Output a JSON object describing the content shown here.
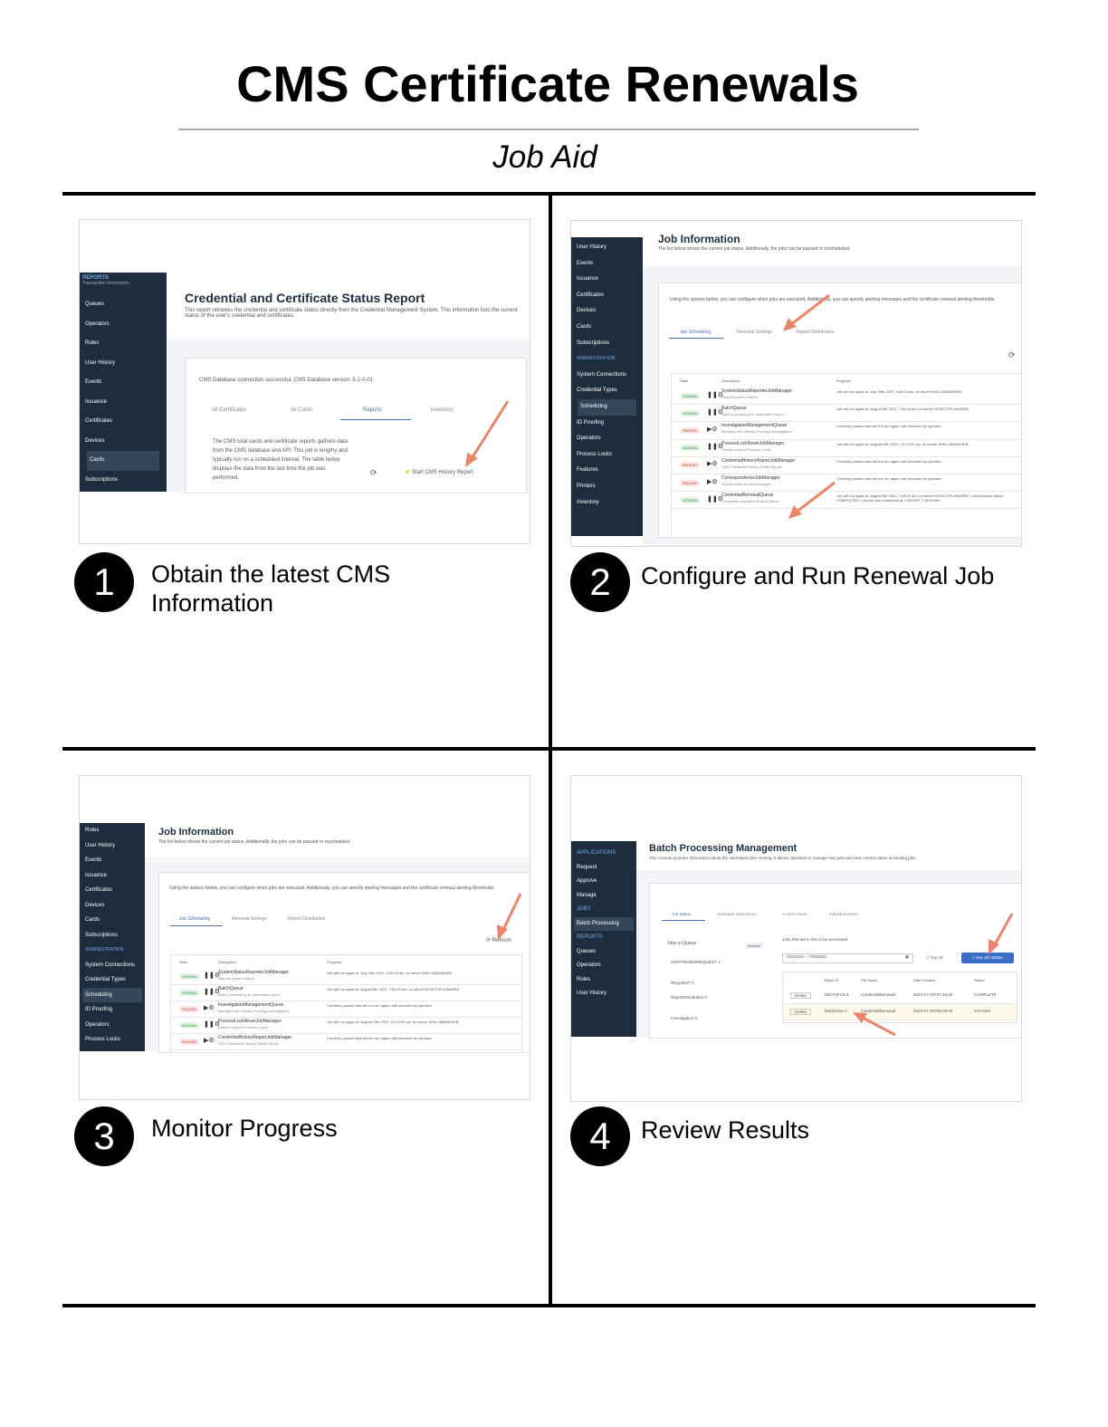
{
  "header": {
    "title": "CMS Certificate Renewals",
    "subtitle": "Job Aid"
  },
  "steps": [
    {
      "number": "1",
      "text": "Obtain the latest CMS Information"
    },
    {
      "number": "2",
      "text": "Configure and Run Renewal Job"
    },
    {
      "number": "3",
      "text": "Monitor Progress"
    },
    {
      "number": "4",
      "text": "Review Results"
    }
  ],
  "shot1": {
    "sidebar_head": "REPORTS",
    "sidebar_sub": "Transaction information",
    "sidebar": [
      "Queues",
      "Operators",
      "Roles",
      "User History",
      "Events",
      "Issuance",
      "Certificates",
      "Devices",
      "Cards",
      "Subscriptions"
    ],
    "heading": "Credential and Certificate Status Report",
    "desc": "This report retrieves the credential and certificate status directly from the Credential Management System. This information lists the current status of the user's credential and certificates.",
    "db": "CMS Database connection successful. CMS Database version: 5-2-0-01",
    "tabs": [
      "All Certificates",
      "All Cards",
      "Reports",
      "Inventory"
    ],
    "body": "The CMS total cards and certificate reports gathers data from the CMS database and API. This job is lengthy and typically run on a scheduled interval. The table below displays the data from the last time the job was performed.",
    "button": "Start CMS History Report"
  },
  "shot2": {
    "sidebar": [
      "User History",
      "Events",
      "Issuance",
      "Certificates",
      "Devices",
      "Cards",
      "Subscriptions",
      "ADMINISTRATION",
      "System Connections",
      "Credential Types",
      "Scheduling",
      "ID Proofing",
      "Operators",
      "Process Locks",
      "Features",
      "Printers",
      "Inventory"
    ],
    "heading": "Job Information",
    "desc": "The list below shows the current job status. Additionally, the jobs can be paused or rescheduled.",
    "options": "Using the options below, you can configure when jobs are executed. Additionally, you can specify alerting messages and the certificate renewal alerting thresholds.",
    "tabs": [
      "Job Scheduling",
      "Renewal Settings",
      "Report Distribution"
    ],
    "cols": [
      "State",
      "Description",
      "Progress"
    ],
    "rows": [
      {
        "state": "NORMAL",
        "name": "SystemStatusReporterJobManager",
        "sub": "Reports system status.",
        "progress": "Job will run again at 'July 29th 2022, 9:40:00 am' on server WIN-C8BANK9EB"
      },
      {
        "state": "NORMAL",
        "name": "BatchQueue",
        "sub": "Batch processing for automated import.",
        "progress": "Job will run again at 'August 5th 2022, 7:50:00 am' on server DESKTOP-s39ARRS"
      },
      {
        "state": "PAUSED",
        "name": "InvestigationManagementQueue",
        "sub": "Manages the Identity Proofing investigations.",
        "progress": "Currently paused and will not run again until resumed by operator."
      },
      {
        "state": "NORMAL",
        "name": "ProcessLockResetJobManager",
        "sub": "Deletes expired Process Locks.",
        "progress": "Job will run again at 'August 15th 2022, 10:15:00 am' on server WIN-C8BANK9EB"
      },
      {
        "state": "PAUSED",
        "name": "CredentialHistoryReportJobManager",
        "sub": "CMS Credential History Detail Report.",
        "progress": "Currently paused and will not run again until resumed by operator."
      },
      {
        "state": "PAUSED",
        "name": "CorrespondenceJobManager",
        "sub": "Synchronizes email messages.",
        "progress": "Currently paused and will not run again until resumed by operator."
      },
      {
        "state": "NORMAL",
        "name": "CredentialRenewalQueue",
        "sub": "Credential expiration renewal alerts.",
        "progress": "Job will run again at 'August 5th 2022, 7:45:00 am' on server DESKTOP-s39ARRS. Last reported status: COMPLETED. Last job was completed at 7/29/2022 7:45:00 AM."
      }
    ]
  },
  "shot3": {
    "sidebar": [
      "Roles",
      "User History",
      "Events",
      "Issuance",
      "Certificates",
      "Devices",
      "Cards",
      "Subscriptions",
      "ADMINISTRATION",
      "System Connections",
      "Credential Types",
      "Scheduling",
      "ID Proofing",
      "Operators",
      "Process Locks"
    ],
    "heading": "Job Information",
    "desc": "The list below shows the current job status. Additionally, the jobs can be paused or rescheduled.",
    "refresh": "Refresh"
  },
  "shot4": {
    "sidebar": [
      "APPLICATIONS",
      "Request",
      "Approve",
      "Manage",
      "JOBS",
      "Batch Processing",
      "REPORTS",
      "Queues",
      "Operators",
      "Roles",
      "User History"
    ],
    "heading": "Batch Processing Management",
    "desc": "This console provides information about the automated jobs running. It allows operators to manage new jobs and view current status of existing jobs.",
    "tabs": [
      "Job Status",
      "Uploaded Instructions",
      "Control Panel",
      "Individual Batch"
    ],
    "queue_title": "Jobs in Queue",
    "refresh": "Refresh",
    "queue": [
      "CERTRENEWREQUEST 1",
      "REQUEST 0",
      "ReportDistribution 0",
      "Investigation 0"
    ],
    "hint": "Jobs that are in line to be processed.",
    "range": "7/29/2022 ~ 7/29/2022",
    "top": "Top 10",
    "button": "Get Job Status",
    "cols": [
      "Batch ID",
      "File Name",
      "Date Created",
      "Status"
    ],
    "rows": [
      {
        "action": "Delete",
        "id": "9BCF0FC5-8",
        "file": "CredentialRenewal",
        "date": "2022-07-29T07:45:00",
        "status": "COMPLETE"
      },
      {
        "action": "Delete",
        "id": "59453A6e-C",
        "file": "CredentialRenewal",
        "date": "2022-07-29T09:28:00",
        "status": "STAGED"
      }
    ]
  },
  "colors": {
    "sidebar": "#1e2d3d",
    "arrow": "#e8856a",
    "accent": "#3b6fc5"
  }
}
